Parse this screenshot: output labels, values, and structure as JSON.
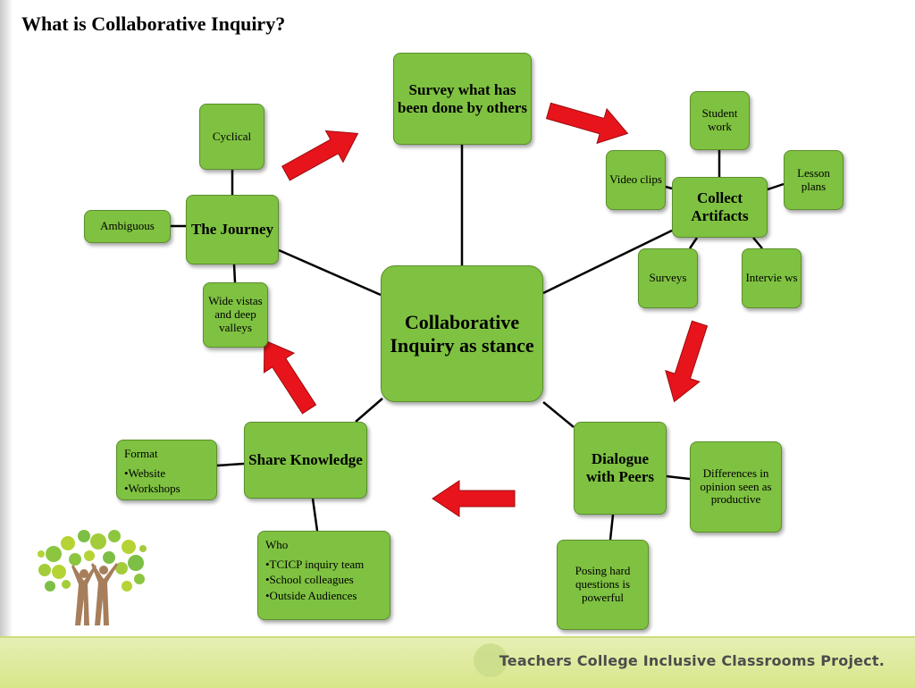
{
  "title": "What is Collaborative Inquiry?",
  "footer": {
    "brand": "Teachers College Inclusive Classrooms Project."
  },
  "colors": {
    "node_fill": "#7fc241",
    "node_border": "#5a8f2c",
    "arrow": "#e8141b",
    "footer_band": "#d8e68a"
  },
  "nodes": {
    "center": "Collaborative Inquiry as stance",
    "survey": "Survey what has been done by others",
    "collect": "Collect Artifacts",
    "dialogue": "Dialogue with Peers",
    "share": "Share Knowledge",
    "journey": "The Journey",
    "student_work": "Student work",
    "video_clips": "Video clips",
    "lesson_plans": "Lesson plans",
    "surveys": "Surveys",
    "interviews": "Intervie ws",
    "differences": "Differences in opinion seen as productive",
    "posing": "Posing hard questions is powerful",
    "cyclical": "Cyclical",
    "ambiguous": "Ambiguous",
    "vistas": "Wide vistas and deep valleys",
    "format": {
      "header": "Format",
      "items": [
        "•Website",
        "•Workshops"
      ]
    },
    "who": {
      "header": "Who",
      "items": [
        "•TCICP inquiry team",
        "•School colleagues",
        "•Outside Audiences"
      ]
    }
  }
}
